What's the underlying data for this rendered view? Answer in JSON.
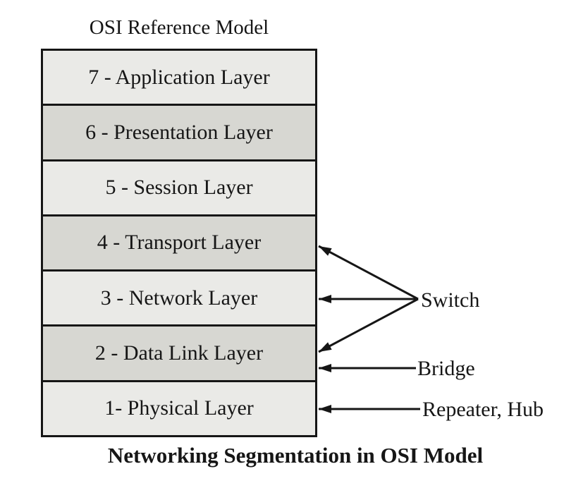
{
  "titles": {
    "top": "OSI Reference Model",
    "bottom": "Networking Segmentation in OSI Model"
  },
  "layers": [
    {
      "number": 7,
      "label": "7 - Application Layer",
      "tone": "light"
    },
    {
      "number": 6,
      "label": "6 - Presentation Layer",
      "tone": "dark"
    },
    {
      "number": 5,
      "label": "5 - Session Layer",
      "tone": "light"
    },
    {
      "number": 4,
      "label": "4 - Transport Layer",
      "tone": "dark"
    },
    {
      "number": 3,
      "label": "3 - Network Layer",
      "tone": "light"
    },
    {
      "number": 2,
      "label": "2 - Data Link Layer",
      "tone": "dark"
    },
    {
      "number": 1,
      "label": "1- Physical Layer",
      "tone": "light"
    }
  ],
  "devices": [
    {
      "label": "Switch",
      "targets": [
        "4 - Transport Layer",
        "3 - Network Layer",
        "2 - Data Link Layer"
      ]
    },
    {
      "label": "Bridge",
      "targets": [
        "2 - Data Link Layer"
      ]
    },
    {
      "label": "Repeater, Hub",
      "targets": [
        "1- Physical Layer"
      ]
    }
  ],
  "colors": {
    "background": "#ffffff",
    "layer-light": "#eaeae7",
    "layer-dark": "#d7d7d2",
    "line": "#161616"
  }
}
